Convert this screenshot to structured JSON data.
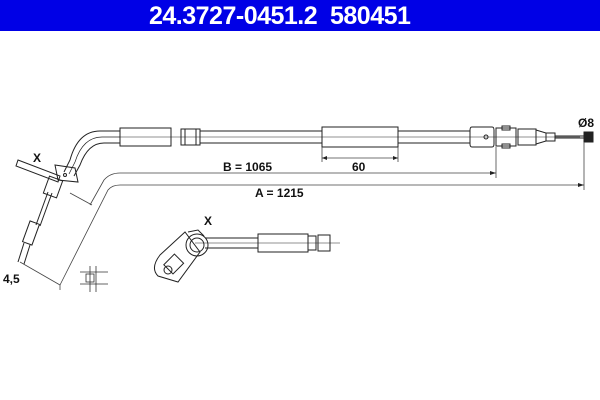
{
  "header": {
    "part_number": "24.3727-0451.2",
    "reference_number": "580451",
    "background_color": "#0000e6",
    "text_color": "#ffffff"
  },
  "dimensions": {
    "B": "B = 1065",
    "A": "A = 1215",
    "sleeve_length": "60",
    "end_diameter": "Ø8",
    "end_width": "4,5"
  },
  "labels": {
    "detail_marker_main": "X",
    "detail_marker_view": "X"
  }
}
